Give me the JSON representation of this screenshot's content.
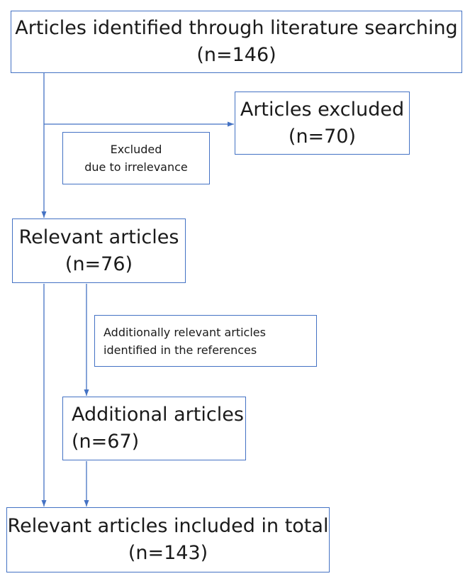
{
  "boxes": {
    "identified": {
      "title": "Articles identified through literature searching",
      "count": "(n=146)"
    },
    "excluded": {
      "title": "Articles excluded",
      "count": "(n=70)"
    },
    "exclusion_reason": {
      "line1": "Excluded",
      "line2": "due to irrelevance"
    },
    "relevant": {
      "title": "Relevant articles",
      "count": "(n=76)"
    },
    "additional_note": {
      "line1": "Additionally relevant articles",
      "line2": "identified in the references"
    },
    "additional": {
      "title": "Additional articles",
      "count": "(n=67)"
    },
    "total": {
      "title": "Relevant articles included in total",
      "count": "(n=143)"
    }
  },
  "colors": {
    "border": "#4472c4",
    "arrow": "#4472c4",
    "text": "#1a1a1a"
  }
}
